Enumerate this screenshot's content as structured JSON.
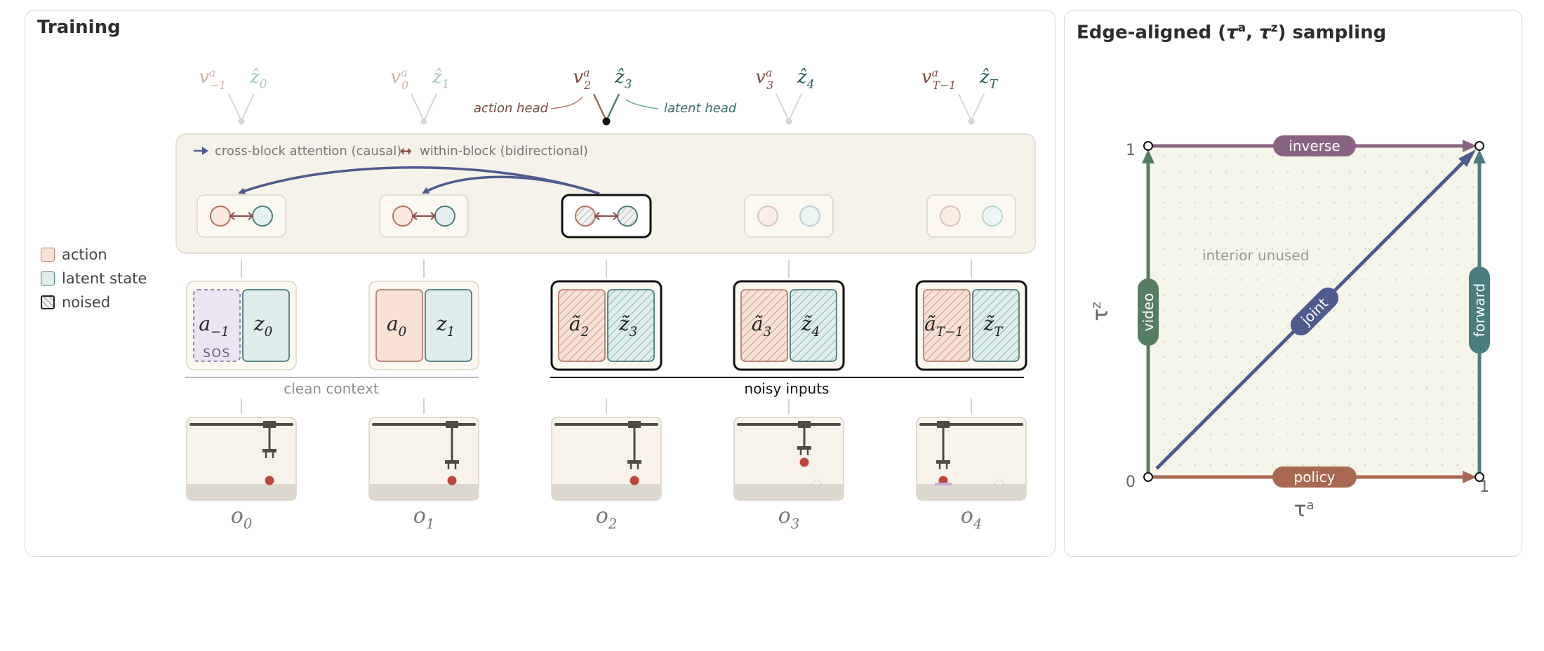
{
  "training": {
    "title": "Training",
    "legend": [
      {
        "key": "action",
        "label": "action"
      },
      {
        "key": "latent",
        "label": "latent state"
      },
      {
        "key": "noised",
        "label": "noised"
      }
    ],
    "heads": [
      {
        "v": "v",
        "vsup": "a",
        "vsub": "−1",
        "z": "ẑ",
        "zsub": "0",
        "active": false
      },
      {
        "v": "v",
        "vsup": "a",
        "vsub": "0",
        "z": "ẑ",
        "zsub": "1",
        "active": false
      },
      {
        "v": "v",
        "vsup": "a",
        "vsub": "2",
        "z": "ẑ",
        "zsub": "3",
        "active": true
      },
      {
        "v": "v",
        "vsup": "a",
        "vsub": "3",
        "z": "ẑ",
        "zsub": "4",
        "active": true
      },
      {
        "v": "v",
        "vsup": "a",
        "vsub": "T−1",
        "z": "ẑ",
        "zsub": "T",
        "active": true
      }
    ],
    "action_head_label": "action head",
    "latent_head_label": "latent head",
    "attention_legend": {
      "cross_arrow": "→",
      "cross": "cross-block attention (causal)",
      "within_arrow": "↔",
      "within": "within-block (bidirectional)"
    },
    "tokens": [
      {
        "a": "a",
        "a_sub": "−1",
        "z": "z",
        "z_sub": "0",
        "a_note": "SOS",
        "noised": false,
        "sos": true
      },
      {
        "a": "a",
        "a_sub": "0",
        "z": "z",
        "z_sub": "1",
        "a_note": "",
        "noised": false,
        "sos": false
      },
      {
        "a": "ã",
        "a_sub": "2",
        "z": "z̃",
        "z_sub": "3",
        "a_note": "",
        "noised": true,
        "sos": false
      },
      {
        "a": "ã",
        "a_sub": "3",
        "z": "z̃",
        "z_sub": "4",
        "a_note": "",
        "noised": true,
        "sos": false
      },
      {
        "a": "ã",
        "a_sub": "T−1",
        "z": "z̃",
        "z_sub": "T",
        "a_note": "",
        "noised": true,
        "sos": false
      }
    ],
    "clean_context_label": "clean context",
    "noisy_inputs_label": "noisy inputs",
    "observations": [
      {
        "o": "o",
        "sub": "0"
      },
      {
        "o": "o",
        "sub": "1"
      },
      {
        "o": "o",
        "sub": "2"
      },
      {
        "o": "o",
        "sub": "3"
      },
      {
        "o": "o",
        "sub": "4"
      }
    ]
  },
  "sampling": {
    "title_prefix": "Edge-aligned (",
    "title_tau": "τ",
    "title_a": "a",
    "title_sep": ", ",
    "title_z": "z",
    "title_suffix": ") sampling",
    "x_axis_label": "τ",
    "x_axis_sup": "a",
    "y_axis_label": "τ",
    "y_axis_sup": "z",
    "ticks": {
      "zero": "0",
      "one_x": "1",
      "one_y": "1"
    },
    "interior_label": "interior unused",
    "edges": [
      {
        "key": "inverse",
        "label": "inverse",
        "color": "#8a6382"
      },
      {
        "key": "policy",
        "label": "policy",
        "color": "#a96852"
      },
      {
        "key": "video",
        "label": "video",
        "color": "#557d62"
      },
      {
        "key": "forward",
        "label": "forward",
        "color": "#4b7c80"
      },
      {
        "key": "joint",
        "label": "joint",
        "color": "#4f5a8e"
      }
    ]
  },
  "colors": {
    "action_fill": "#f8e2d6",
    "action_stroke": "#b88070",
    "latent_fill": "#dfeeec",
    "latent_stroke": "#4d7d7c",
    "sos_fill": "#ece3f3",
    "sos_stroke": "#8c78a8",
    "attention_arrow": "#4f5a8e",
    "within_arrow": "#8a4c46",
    "block_bg": "#f5f2ea",
    "plot_bg": "#f5f5ea",
    "ball": "#c0453a"
  }
}
